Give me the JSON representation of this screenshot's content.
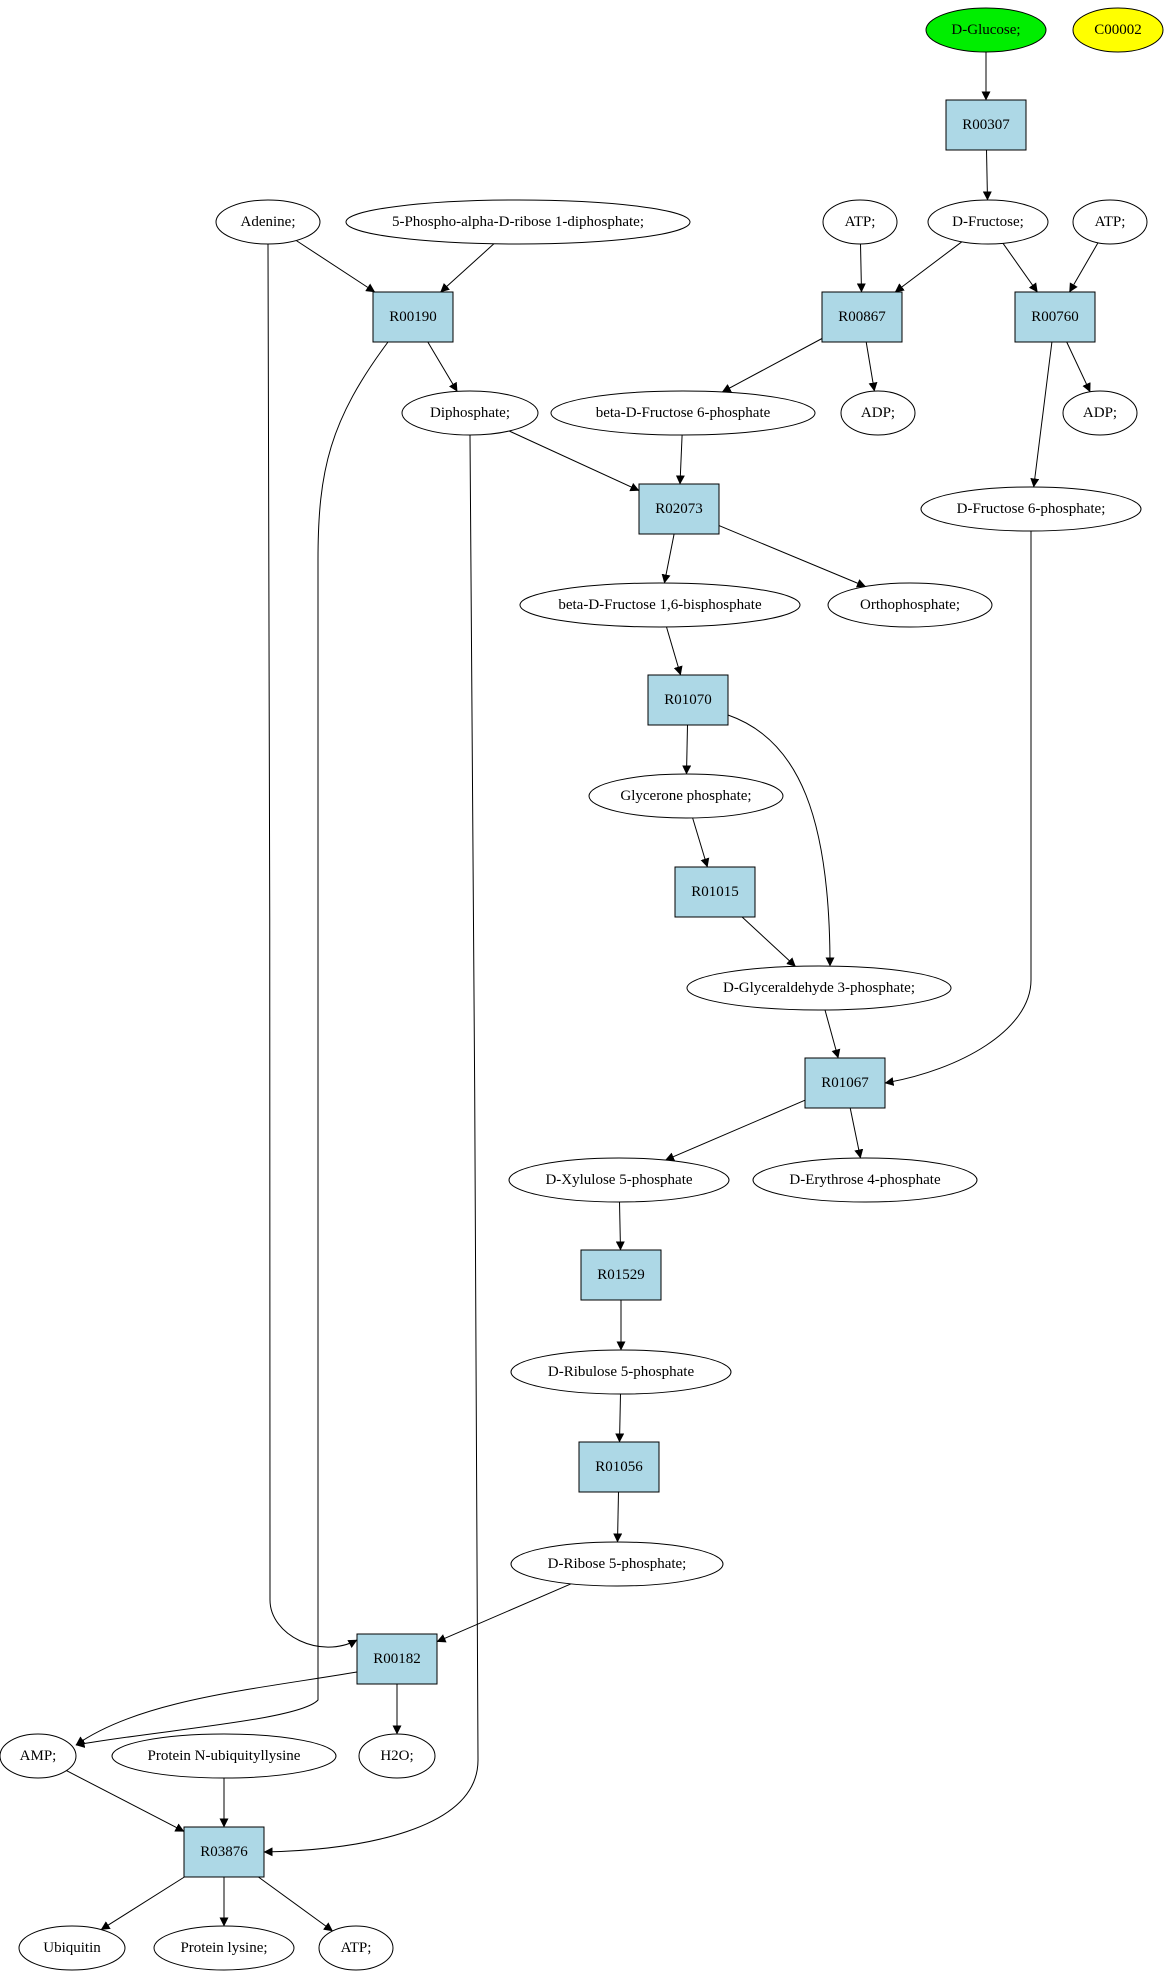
{
  "colors": {
    "background": "#ffffff",
    "reaction_fill": "#add8e6",
    "start_fill": "#00ee00",
    "marker_fill": "#ffff00",
    "compound_fill": "#ffffff",
    "stroke": "#000000"
  },
  "nodes": [
    {
      "id": "n_dglucose",
      "label": "D-Glucose;",
      "kind": "start"
    },
    {
      "id": "n_c00002",
      "label": "C00002",
      "kind": "marker"
    },
    {
      "id": "r00307",
      "label": "R00307",
      "kind": "reaction"
    },
    {
      "id": "n_adenine",
      "label": "Adenine;",
      "kind": "compound"
    },
    {
      "id": "n_prpp",
      "label": "5-Phospho-alpha-D-ribose 1-diphosphate;",
      "kind": "compound"
    },
    {
      "id": "n_atp1",
      "label": "ATP;",
      "kind": "compound"
    },
    {
      "id": "n_dfructose",
      "label": "D-Fructose;",
      "kind": "compound"
    },
    {
      "id": "n_atp2",
      "label": "ATP;",
      "kind": "compound"
    },
    {
      "id": "r00190",
      "label": "R00190",
      "kind": "reaction"
    },
    {
      "id": "r00867",
      "label": "R00867",
      "kind": "reaction"
    },
    {
      "id": "r00760",
      "label": "R00760",
      "kind": "reaction"
    },
    {
      "id": "n_diphosphate",
      "label": "Diphosphate;",
      "kind": "compound"
    },
    {
      "id": "n_bdf6p",
      "label": "beta-D-Fructose 6-phosphate",
      "kind": "compound"
    },
    {
      "id": "n_adp1",
      "label": "ADP;",
      "kind": "compound"
    },
    {
      "id": "n_adp2",
      "label": "ADP;",
      "kind": "compound"
    },
    {
      "id": "n_df6p",
      "label": "D-Fructose 6-phosphate;",
      "kind": "compound"
    },
    {
      "id": "r02073",
      "label": "R02073",
      "kind": "reaction"
    },
    {
      "id": "n_bdf16bp",
      "label": "beta-D-Fructose 1,6-bisphosphate",
      "kind": "compound"
    },
    {
      "id": "n_ortho",
      "label": "Orthophosphate;",
      "kind": "compound"
    },
    {
      "id": "r01070",
      "label": "R01070",
      "kind": "reaction"
    },
    {
      "id": "n_glycerone",
      "label": "Glycerone phosphate;",
      "kind": "compound"
    },
    {
      "id": "r01015",
      "label": "R01015",
      "kind": "reaction"
    },
    {
      "id": "n_dg3p",
      "label": "D-Glyceraldehyde 3-phosphate;",
      "kind": "compound"
    },
    {
      "id": "r01067",
      "label": "R01067",
      "kind": "reaction"
    },
    {
      "id": "n_dx5p",
      "label": "D-Xylulose 5-phosphate",
      "kind": "compound"
    },
    {
      "id": "n_de4p",
      "label": "D-Erythrose 4-phosphate",
      "kind": "compound"
    },
    {
      "id": "r01529",
      "label": "R01529",
      "kind": "reaction"
    },
    {
      "id": "n_dru5p",
      "label": "D-Ribulose 5-phosphate",
      "kind": "compound"
    },
    {
      "id": "r01056",
      "label": "R01056",
      "kind": "reaction"
    },
    {
      "id": "n_dr5p",
      "label": "D-Ribose 5-phosphate;",
      "kind": "compound"
    },
    {
      "id": "r00182",
      "label": "R00182",
      "kind": "reaction"
    },
    {
      "id": "n_amp",
      "label": "AMP;",
      "kind": "compound"
    },
    {
      "id": "n_pnub",
      "label": "Protein N-ubiquityllysine",
      "kind": "compound"
    },
    {
      "id": "n_h2o",
      "label": "H2O;",
      "kind": "compound"
    },
    {
      "id": "r03876",
      "label": "R03876",
      "kind": "reaction"
    },
    {
      "id": "n_ubiquitin",
      "label": "Ubiquitin",
      "kind": "compound"
    },
    {
      "id": "n_plys",
      "label": "Protein lysine;",
      "kind": "compound"
    },
    {
      "id": "n_atp3",
      "label": "ATP;",
      "kind": "compound"
    }
  ],
  "edges": [
    {
      "from": "n_dglucose",
      "to": "r00307"
    },
    {
      "from": "r00307",
      "to": "n_dfructose"
    },
    {
      "from": "n_adenine",
      "to": "r00190"
    },
    {
      "from": "n_prpp",
      "to": "r00190"
    },
    {
      "from": "n_atp1",
      "to": "r00867"
    },
    {
      "from": "n_dfructose",
      "to": "r00867"
    },
    {
      "from": "n_dfructose",
      "to": "r00760"
    },
    {
      "from": "n_atp2",
      "to": "r00760"
    },
    {
      "from": "r00190",
      "to": "n_diphosphate"
    },
    {
      "from": "r00867",
      "to": "n_bdf6p"
    },
    {
      "from": "r00867",
      "to": "n_adp1"
    },
    {
      "from": "r00760",
      "to": "n_adp2"
    },
    {
      "from": "r00760",
      "to": "n_df6p"
    },
    {
      "from": "n_diphosphate",
      "to": "r02073"
    },
    {
      "from": "n_bdf6p",
      "to": "r02073"
    },
    {
      "from": "r02073",
      "to": "n_bdf16bp"
    },
    {
      "from": "r02073",
      "to": "n_ortho"
    },
    {
      "from": "n_bdf16bp",
      "to": "r01070"
    },
    {
      "from": "r01070",
      "to": "n_glycerone"
    },
    {
      "from": "r01070",
      "to": "n_dg3p"
    },
    {
      "from": "n_glycerone",
      "to": "r01015"
    },
    {
      "from": "r01015",
      "to": "n_dg3p"
    },
    {
      "from": "n_dg3p",
      "to": "r01067"
    },
    {
      "from": "n_df6p",
      "to": "r01067"
    },
    {
      "from": "r01067",
      "to": "n_dx5p"
    },
    {
      "from": "r01067",
      "to": "n_de4p"
    },
    {
      "from": "n_dx5p",
      "to": "r01529"
    },
    {
      "from": "r01529",
      "to": "n_dru5p"
    },
    {
      "from": "n_dru5p",
      "to": "r01056"
    },
    {
      "from": "r01056",
      "to": "n_dr5p"
    },
    {
      "from": "n_dr5p",
      "to": "r00182"
    },
    {
      "from": "n_adenine",
      "to": "r00182"
    },
    {
      "from": "r00190",
      "to": "n_amp"
    },
    {
      "from": "r00182",
      "to": "n_amp"
    },
    {
      "from": "r00182",
      "to": "n_h2o"
    },
    {
      "from": "n_amp",
      "to": "r03876"
    },
    {
      "from": "n_pnub",
      "to": "r03876"
    },
    {
      "from": "n_diphosphate",
      "to": "r03876"
    },
    {
      "from": "r03876",
      "to": "n_ubiquitin"
    },
    {
      "from": "r03876",
      "to": "n_plys"
    },
    {
      "from": "r03876",
      "to": "n_atp3"
    }
  ]
}
